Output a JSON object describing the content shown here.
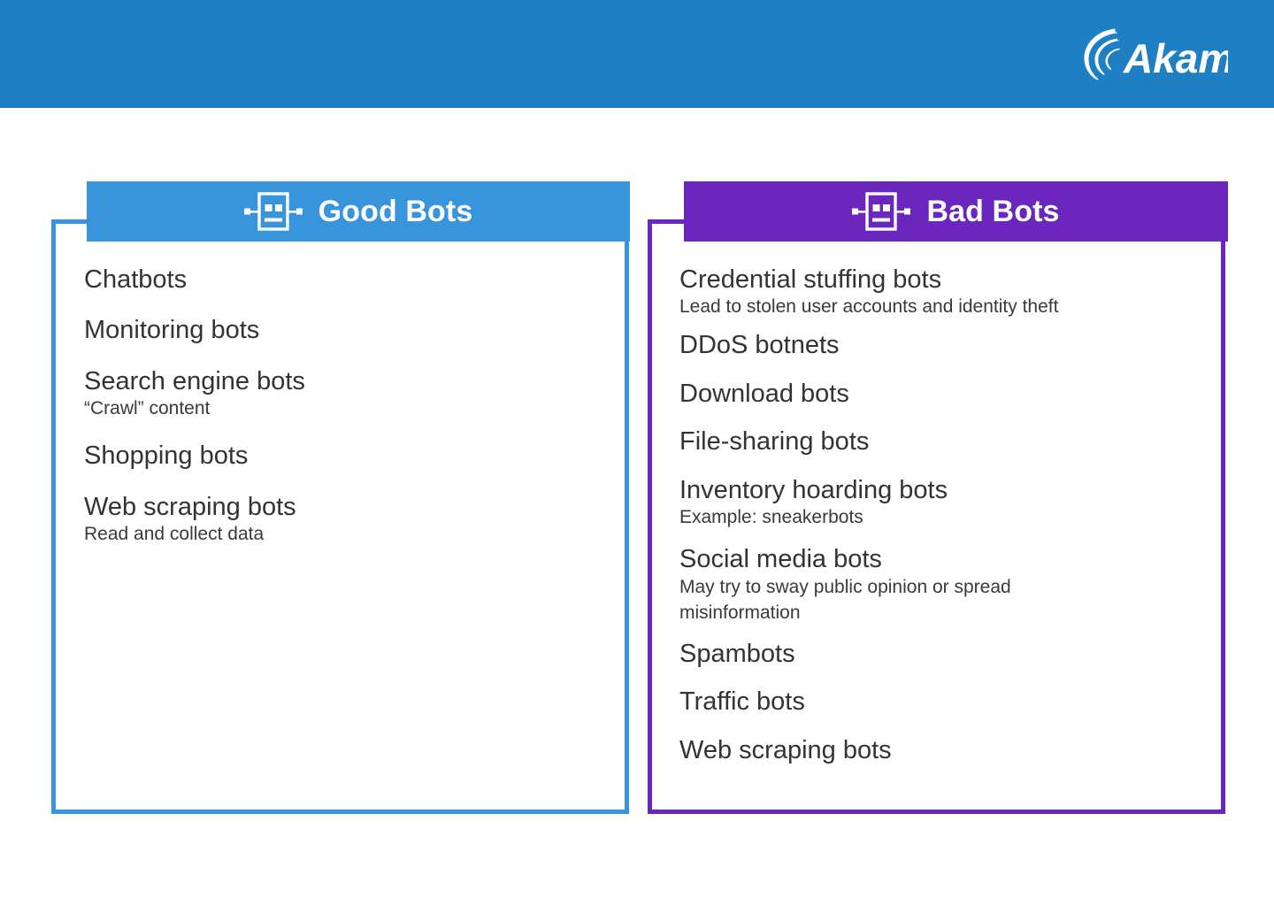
{
  "banner": {
    "brand_name": "Akamai",
    "background_color": "#1E7FC2"
  },
  "panels": [
    {
      "id": "good-bots",
      "title": "Good Bots",
      "icon": "robot-icon",
      "accent_color": "#3895DC",
      "items": [
        {
          "title": "Chatbots",
          "desc": ""
        },
        {
          "title": "Monitoring bots",
          "desc": ""
        },
        {
          "title": "Search engine bots",
          "desc": "“Crawl” content"
        },
        {
          "title": "Shopping bots",
          "desc": ""
        },
        {
          "title": "Web scraping bots",
          "desc": "Read and collect data"
        }
      ]
    },
    {
      "id": "bad-bots",
      "title": "Bad Bots",
      "icon": "robot-icon",
      "accent_color": "#6B26BE",
      "items": [
        {
          "title": "Credential stuffing bots",
          "desc": "Lead to stolen user accounts and identity theft"
        },
        {
          "title": "DDoS botnets",
          "desc": ""
        },
        {
          "title": "Download bots",
          "desc": ""
        },
        {
          "title": "File-sharing bots",
          "desc": ""
        },
        {
          "title": "Inventory hoarding bots",
          "desc": "Example: sneakerbots"
        },
        {
          "title": "Social media bots",
          "desc": "May try to sway public opinion or spread misinformation"
        },
        {
          "title": "Spambots",
          "desc": ""
        },
        {
          "title": "Traffic bots",
          "desc": ""
        },
        {
          "title": "Web scraping bots",
          "desc": ""
        }
      ]
    }
  ]
}
